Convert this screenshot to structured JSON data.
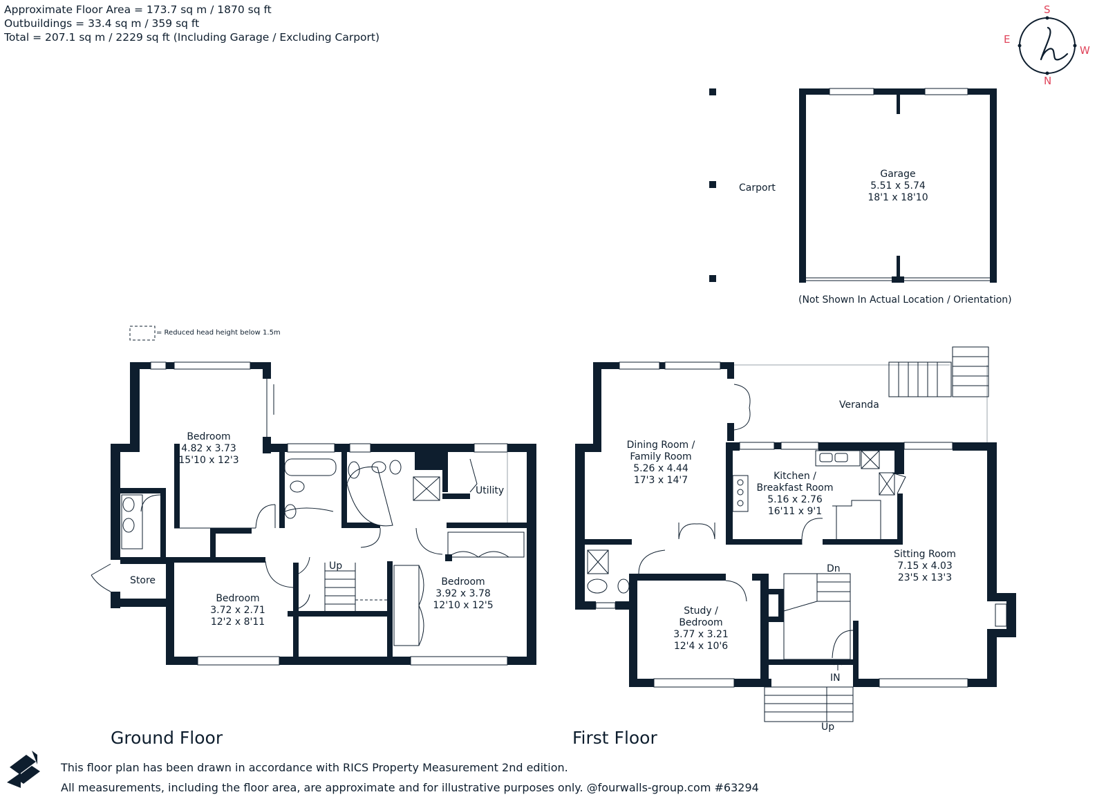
{
  "header": {
    "line1": "Approximate Floor Area = 173.7 sq m / 1870 sq ft",
    "line2": "Outbuildings = 33.4 sq m / 359 sq ft",
    "line3": "Total = 207.1 sq m / 2229 sq ft (Including Garage / Excluding Carport)"
  },
  "compass": {
    "s": "S",
    "e": "E",
    "w": "W",
    "n": "N"
  },
  "legend": {
    "label": "= Reduced head height below 1.5m"
  },
  "outbuildings": {
    "carport_label": "Carport",
    "garage": {
      "name": "Garage",
      "metric": "5.51 x 5.74",
      "imperial": "18'1 x 18'10"
    },
    "note": "(Not Shown In Actual Location / Orientation)"
  },
  "ground_floor": {
    "title": "Ground Floor",
    "rooms": [
      {
        "name": "Bedroom",
        "metric": "4.82 x 3.73",
        "imperial": "15'10 x 12'3"
      },
      {
        "name": "Bedroom",
        "metric": "3.72 x 2.71",
        "imperial": "12'2 x 8'11"
      },
      {
        "name": "Bedroom",
        "metric": "3.92 x 3.78",
        "imperial": "12'10 x 12'5"
      }
    ],
    "utility_label": "Utility",
    "store_label": "Store",
    "up_label": "Up"
  },
  "first_floor": {
    "title": "First Floor",
    "dining": {
      "name1": "Dining Room /",
      "name2": "Family Room",
      "metric": "5.26 x 4.44",
      "imperial": "17'3 x 14'7"
    },
    "kitchen": {
      "name1": "Kitchen /",
      "name2": "Breakfast Room",
      "metric": "5.16 x 2.76",
      "imperial": "16'11 x 9'1"
    },
    "sitting": {
      "name": "Sitting Room",
      "metric": "7.15 x 4.03",
      "imperial": "23'5 x 13'3"
    },
    "study": {
      "name1": "Study /",
      "name2": "Bedroom",
      "metric": "3.77 x 3.21",
      "imperial": "12'4 x 10'6"
    },
    "veranda_label": "Veranda",
    "dn_label": "Dn",
    "in_label": "IN",
    "up_label": "Up"
  },
  "footer": {
    "line1": "This floor plan has been drawn in accordance with RICS Property Measurement 2nd edition.",
    "line2": "All measurements, including the floor area, are approximate and for illustrative purposes only. @fourwalls-group.com #63294"
  },
  "colors": {
    "wall": "#0e1e2e",
    "compass_letters": "#e0445a",
    "background": "#ffffff"
  },
  "icons": [
    "compass-logo-icon",
    "fourwalls-logo-icon",
    "entrance-arrow-icon"
  ]
}
